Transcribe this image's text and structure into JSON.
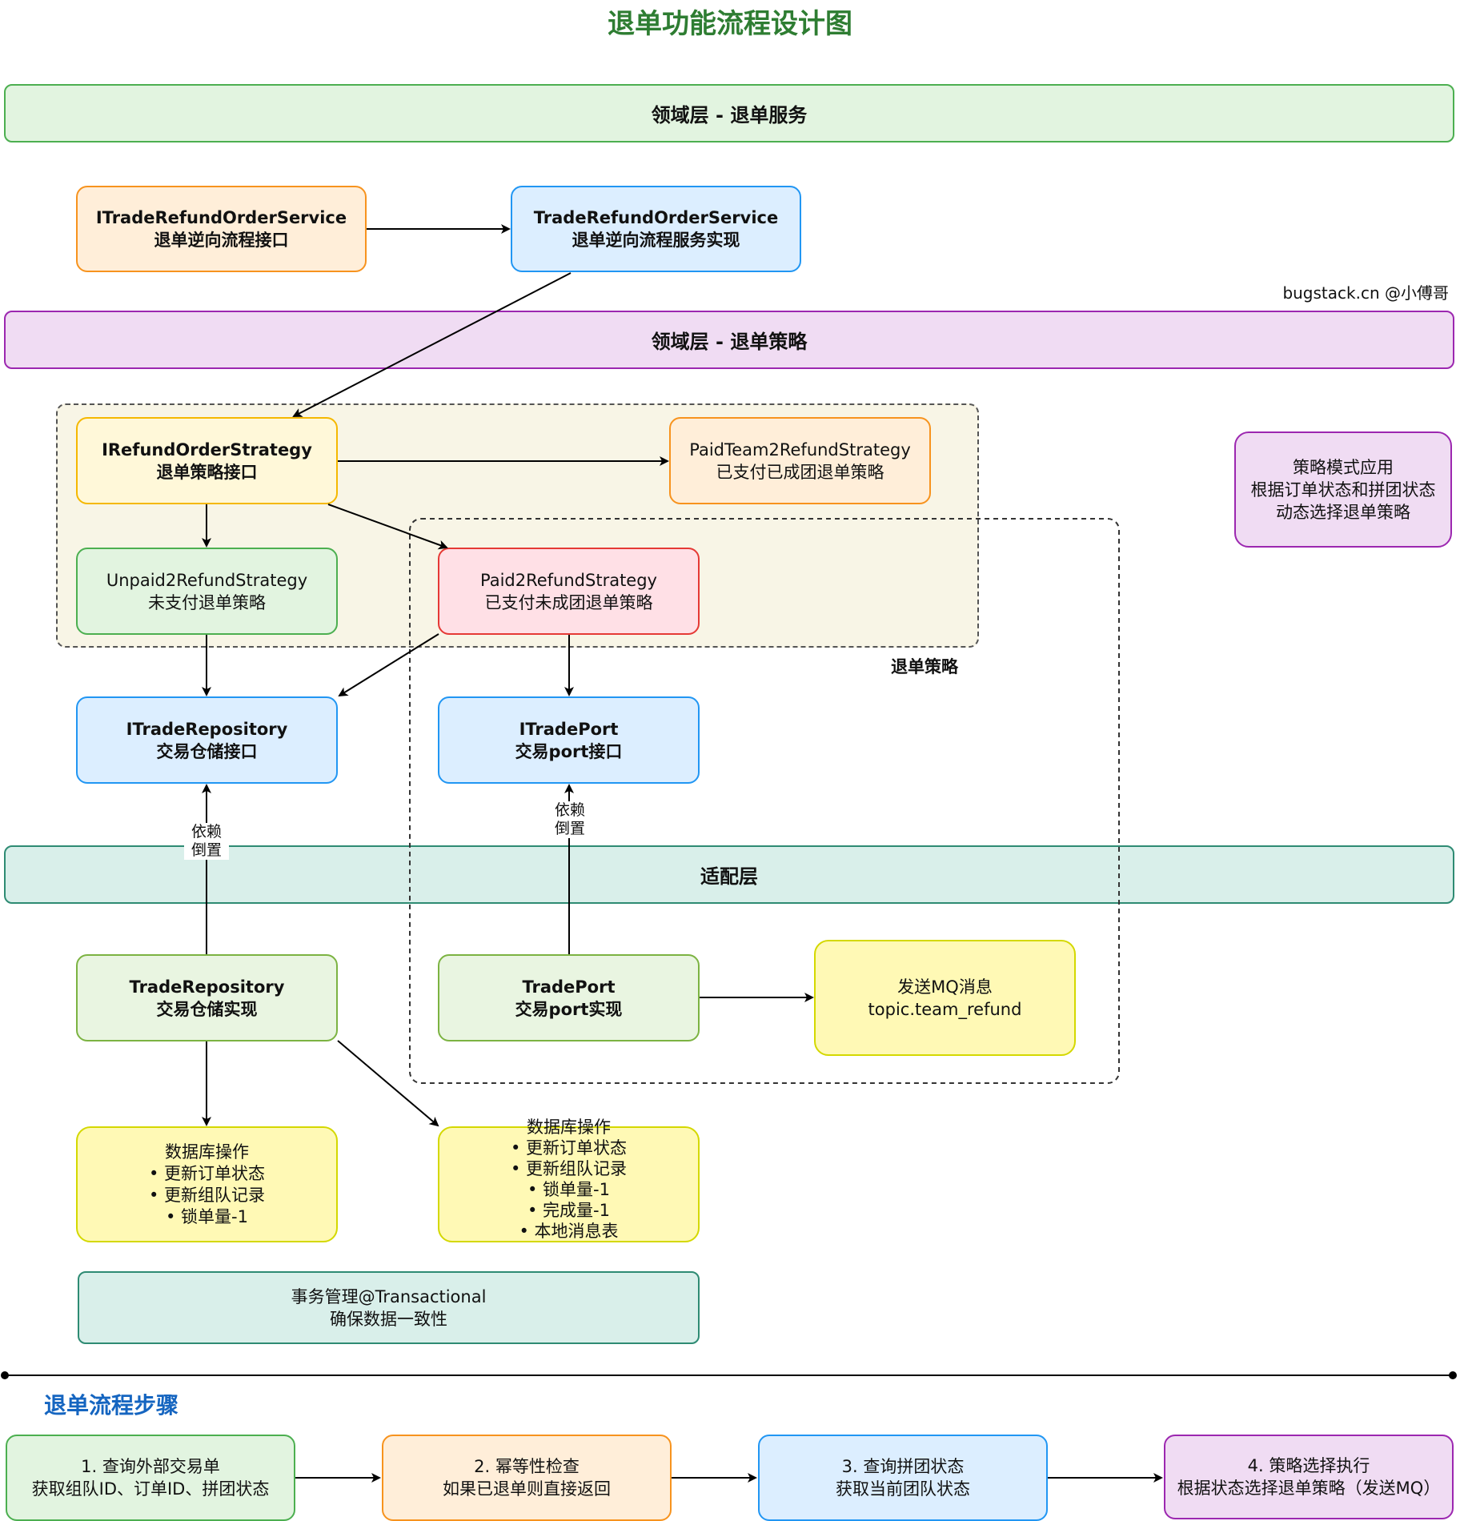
{
  "title": "退单功能流程设计图",
  "credit": "bugstack.cn @小傅哥",
  "layers": {
    "domain_service": "领域层 - 退单服务",
    "domain_strategy": "领域层 - 退单策略",
    "adapter": "适配层"
  },
  "groups": {
    "strategy_group_label": "退单策略"
  },
  "nodes": {
    "itrade_refund_order_service": {
      "line1": "ITradeRefundOrderService",
      "line2": "退单逆向流程接口"
    },
    "trade_refund_order_service": {
      "line1": "TradeRefundOrderService",
      "line2": "退单逆向流程服务实现"
    },
    "irefund_order_strategy": {
      "line1": "IRefundOrderStrategy",
      "line2": "退单策略接口"
    },
    "paid_team2_refund_strategy": {
      "line1": "PaidTeam2RefundStrategy",
      "line2": "已支付已成团退单策略"
    },
    "unpaid2_refund_strategy": {
      "line1": "Unpaid2RefundStrategy",
      "line2": "未支付退单策略"
    },
    "paid2_refund_strategy": {
      "line1": "Paid2RefundStrategy",
      "line2": "已支付未成团退单策略"
    },
    "itrade_repository": {
      "line1": "ITradeRepository",
      "line2": "交易仓储接口"
    },
    "itrade_port": {
      "line1": "ITradePort",
      "line2": "交易port接口"
    },
    "trade_repository": {
      "line1": "TradeRepository",
      "line2": "交易仓储实现"
    },
    "trade_port": {
      "line1": "TradePort",
      "line2": "交易port实现"
    },
    "send_mq": {
      "line1": "发送MQ消息",
      "line2": "topic.team_refund"
    },
    "db_ops_1": {
      "lines": [
        "数据库操作",
        "• 更新订单状态",
        "• 更新组队记录",
        "• 锁单量-1"
      ]
    },
    "db_ops_2": {
      "lines": [
        "数据库操作",
        "• 更新订单状态",
        "• 更新组队记录",
        "• 锁单量-1",
        "• 完成量-1",
        "• 本地消息表"
      ]
    },
    "transaction": {
      "line1": "事务管理@Transactional",
      "line2": "确保数据一致性"
    },
    "strategy_note": {
      "line1": "策略模式应用",
      "line2": "根据订单状态和拼团状态",
      "line3": "动态选择退单策略"
    }
  },
  "edge_labels": {
    "dip_left": {
      "line1": "依赖",
      "line2": "倒置"
    },
    "dip_right": {
      "line1": "依赖",
      "line2": "倒置"
    }
  },
  "steps_title": "退单流程步骤",
  "steps": [
    {
      "line1": "1. 查询外部交易单",
      "line2": "获取组队ID、订单ID、拼团状态"
    },
    {
      "line1": "2. 幂等性检查",
      "line2": "如果已退单则直接返回"
    },
    {
      "line1": "3. 查询拼团状态",
      "line2": "获取当前团队状态"
    },
    {
      "line1": "4. 策略选择执行",
      "line2": "根据状态选择退单策略（发送MQ）"
    }
  ],
  "colors": {
    "green_fill": "#e2f4e0",
    "green_stroke": "#4caf50",
    "purple_fill": "#f0dcf3",
    "purple_stroke": "#9c27b0",
    "teal_fill": "#d9efea",
    "teal_stroke": "#2e8b73",
    "orange_fill": "#ffeed9",
    "orange_stroke": "#f7931e",
    "blue_fill": "#dceeff",
    "blue_stroke": "#2196f3",
    "yellow_fill": "#fff8d9",
    "yellow_stroke": "#f5b800",
    "red_fill": "#ffe0e6",
    "red_stroke": "#e53935",
    "lightgreen_fill": "#e9f5e1",
    "lightgreen_stroke": "#7cb342",
    "paleyellow_fill": "#fff9b5",
    "paleyellow_stroke": "#d4d800",
    "title_green": "#2e7d32",
    "steps_blue": "#1565c0"
  }
}
